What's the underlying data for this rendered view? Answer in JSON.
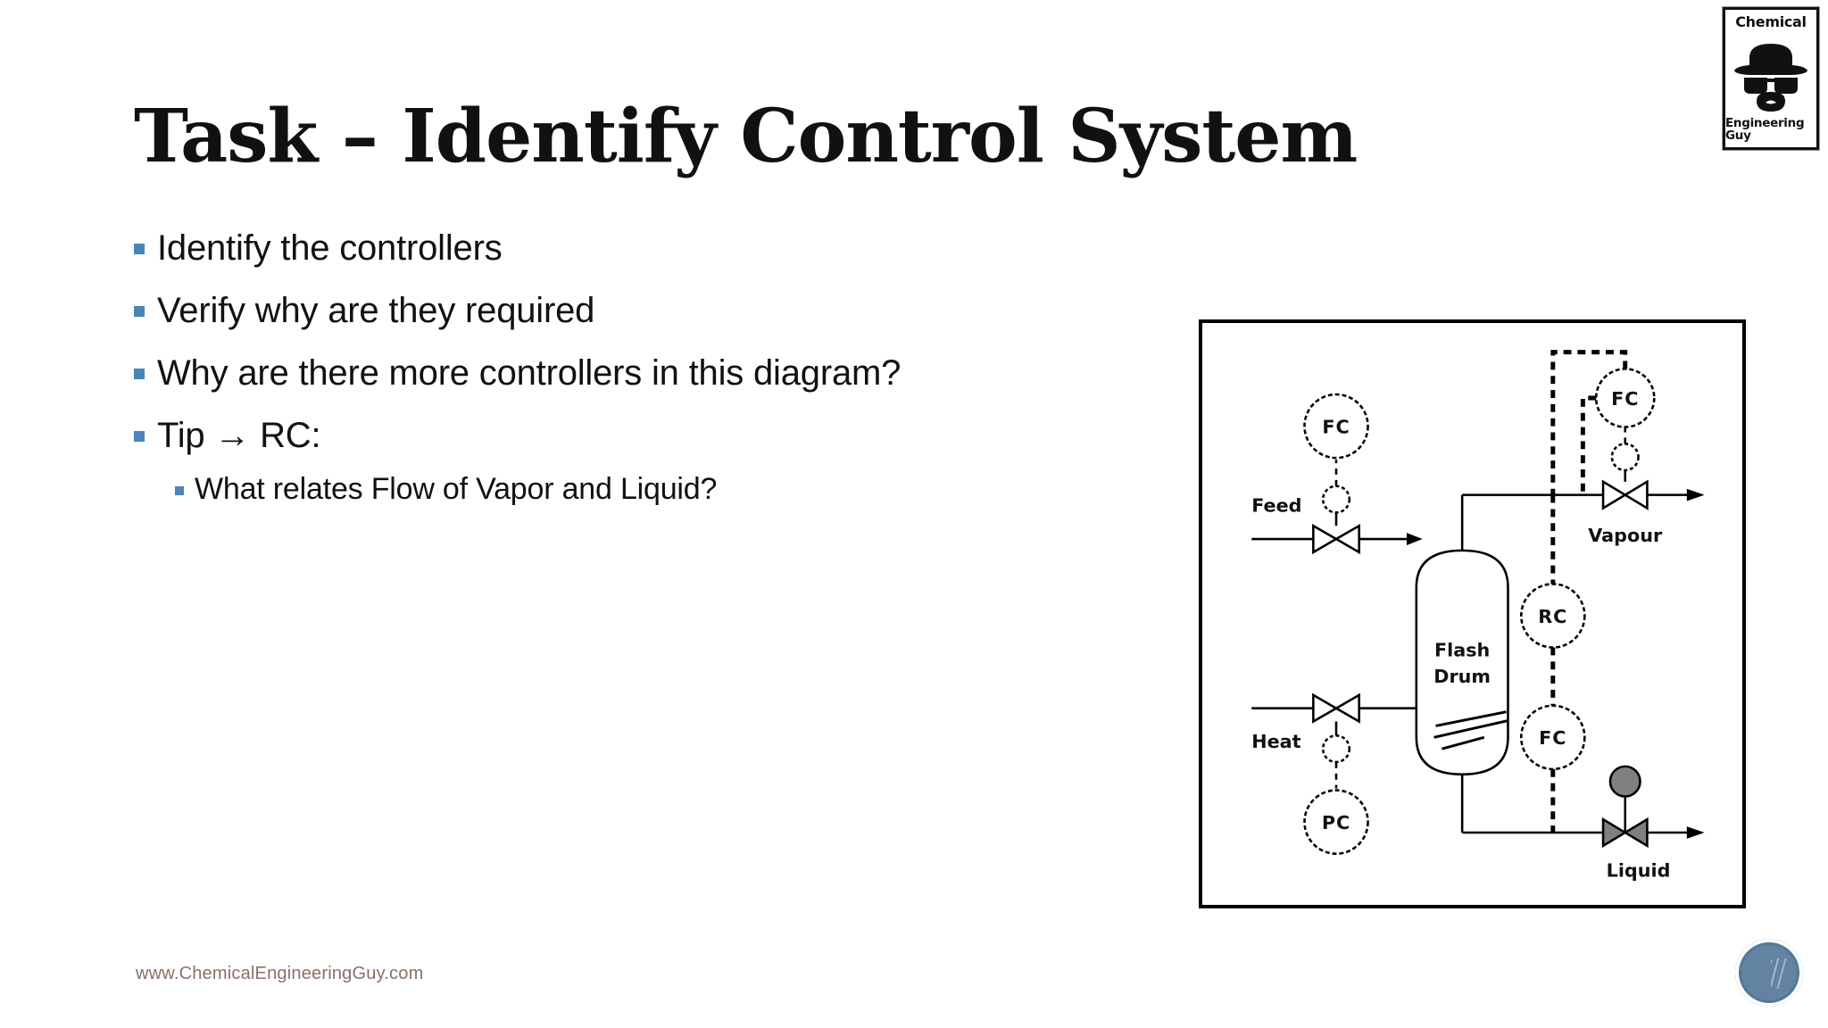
{
  "slide": {
    "title": "Task – Identify Control System",
    "footer_url": "www.ChemicalEngineeringGuy.com"
  },
  "logo": {
    "top_text": "Chemical",
    "bottom_text": "Engineering Guy",
    "icon": "heisenberg-face-icon"
  },
  "bullets": [
    {
      "level": 1,
      "text": "Identify the controllers"
    },
    {
      "level": 1,
      "text": "Verify why are they required"
    },
    {
      "level": 1,
      "text": "Why are there more controllers in this diagram?"
    },
    {
      "level": 1,
      "text": "Tip → RC:"
    },
    {
      "level": 2,
      "text": "What relates Flow of Vapor and Liquid?"
    }
  ],
  "diagram": {
    "name": "flash-drum-pid",
    "vessel_label_line1": "Flash",
    "vessel_label_line2": "Drum",
    "streams": {
      "feed": "Feed",
      "heat": "Heat",
      "vapour": "Vapour",
      "liquid": "Liquid"
    },
    "controllers": [
      {
        "tag": "FC",
        "name": "feed-flow-controller"
      },
      {
        "tag": "PC",
        "name": "heat-pressure-controller"
      },
      {
        "tag": "FC",
        "name": "vapour-flow-controller"
      },
      {
        "tag": "RC",
        "name": "ratio-controller"
      },
      {
        "tag": "FC",
        "name": "liquid-flow-controller"
      }
    ]
  },
  "colors": {
    "bullet_square": "#4a84b8",
    "footer_text": "#8a7068",
    "badge": "#5a7d9c",
    "liquid_valve_fill": "#808080",
    "title_text": "#111111"
  }
}
